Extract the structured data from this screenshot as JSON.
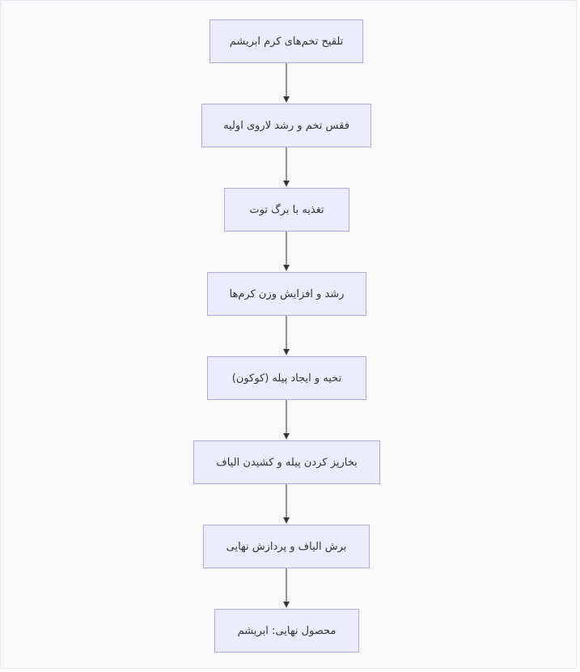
{
  "diagram": {
    "steps": [
      "تلقیح تخم‌های کرم ابریشم",
      "فقس تخم و رشد لاروی اولیه",
      "تغذیه با برگ توت",
      "رشد و افزایش وزن کرم‌ها",
      "تخیه و ایجاد پیله (کوکون)",
      "بخارپز کردن پیله و کشیدن الیاف",
      "برش الیاف و پردازش نهایی",
      "محصول نهایی: ابریشم"
    ]
  },
  "colors": {
    "node_fill": "#ececff",
    "node_border": "#b8a9e6",
    "edge": "#333333",
    "background": "#f8f9fb"
  }
}
